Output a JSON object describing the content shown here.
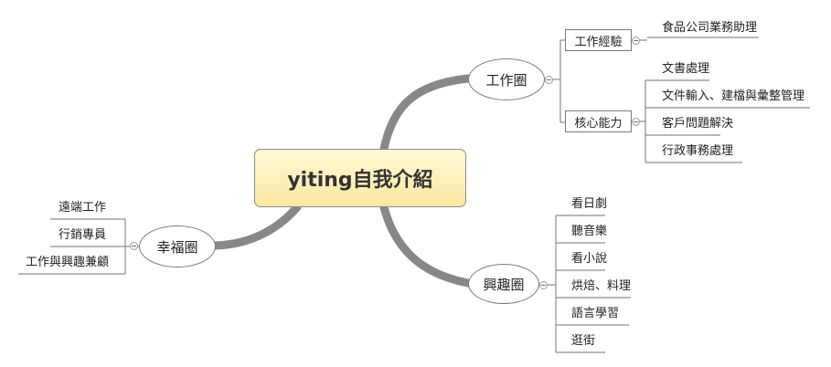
{
  "central": {
    "title": "yiting自我介紹"
  },
  "branches": {
    "work": {
      "label": "工作圈",
      "experience": {
        "label": "工作經驗",
        "items": [
          "食品公司業務助理"
        ]
      },
      "skills": {
        "label": "核心能力",
        "items": [
          "文書處理",
          "文件輸入、建檔與彙整管理",
          "客戶問題解決",
          "行政事務處理"
        ]
      }
    },
    "interest": {
      "label": "興趣圈",
      "items": [
        "看日劇",
        "聽音樂",
        "看小說",
        "烘焙、料理",
        "語言學習",
        "逛街"
      ]
    },
    "happiness": {
      "label": "幸福圈",
      "items": [
        "遠端工作",
        "行銷專員",
        "工作與興趣兼顧"
      ]
    }
  },
  "colors": {
    "connector": "#8c8c8c",
    "thick_branch": "#888888",
    "central_fill": "#fbe8a0"
  }
}
